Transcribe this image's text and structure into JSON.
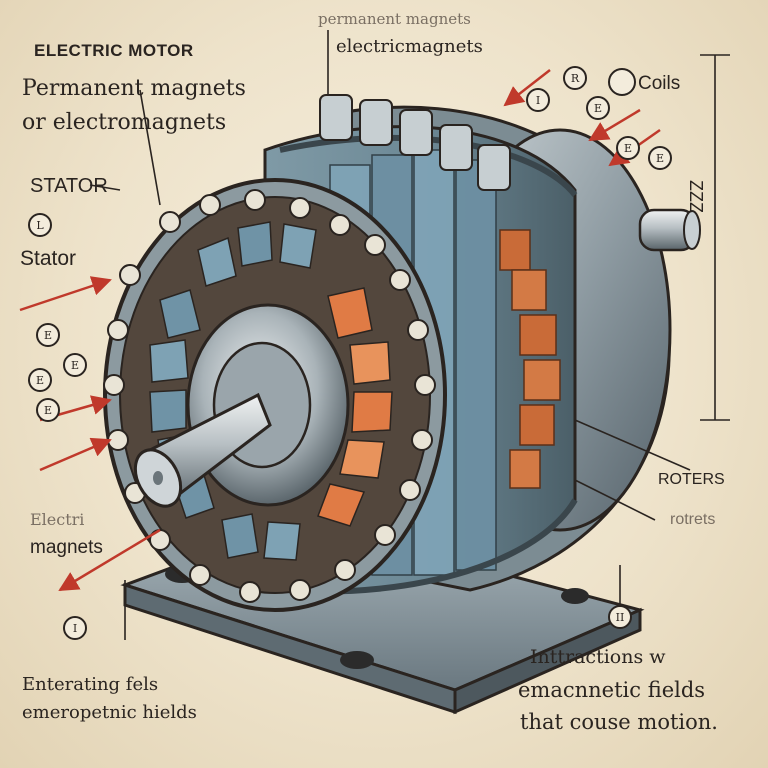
{
  "labels": {
    "title": "ELECTRIC MOTOR",
    "permanent_line1": "Permanent magnets",
    "permanent_line2": "or electromagnets",
    "top_faded": "permanent magnets",
    "top_label": "electricmagnets",
    "coils": "Coils",
    "stator_1": "STATOR",
    "stator_2": "Stator",
    "zzz": "ZZZ",
    "roters_1": "ROTERS",
    "roters_2": "rotrets",
    "electri": "Electri",
    "magnets": "magnets",
    "left_bottom_1": "Enterating fels",
    "left_bottom_2": "emeropetnic hields",
    "right_bottom_1": "Inttractions w",
    "right_bottom_2": "emacnnetic fields",
    "right_bottom_3": "that couse motion."
  },
  "callout_letters": {
    "top_right": [
      "I",
      "R",
      "E",
      "E",
      "E"
    ],
    "left": [
      "L",
      "E",
      "E",
      "E",
      "E"
    ],
    "bottom": [
      "I",
      "II"
    ]
  },
  "colors": {
    "paper": "#efe6d2",
    "ink": "#2a2420",
    "steel": "#8e9da4",
    "blue_pole": "#6f93a6",
    "copper": "#c96b38",
    "red_arrow": "#c0392b"
  }
}
